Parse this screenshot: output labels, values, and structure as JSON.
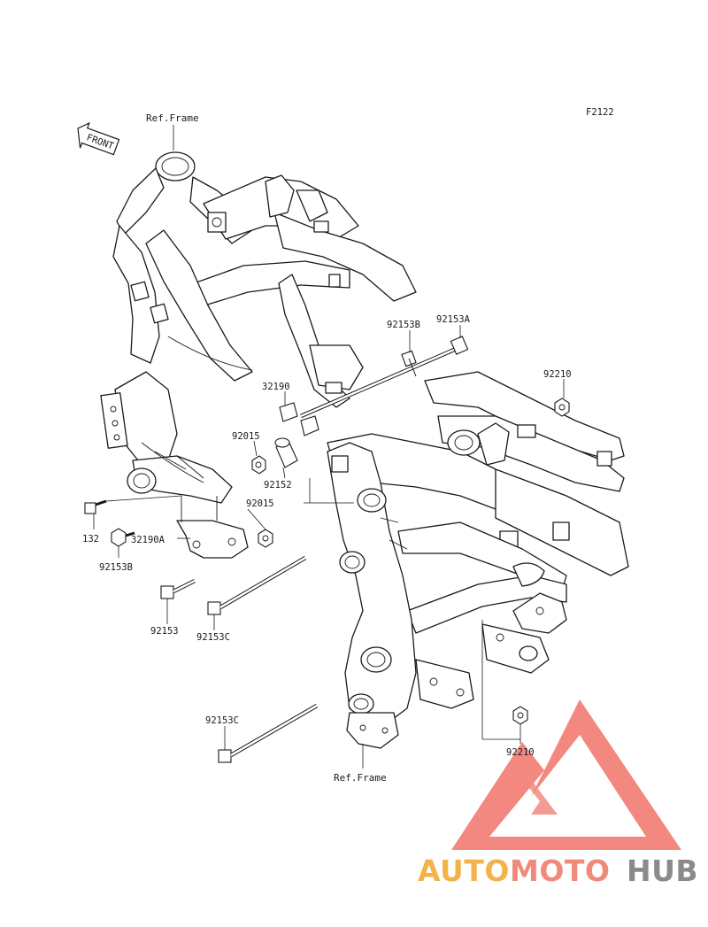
{
  "diagram": {
    "figure_code": "F2122",
    "front_arrow_label": "FRONT",
    "ref_frame_top": "Ref.Frame",
    "ref_frame_bottom": "Ref.Frame",
    "part_labels": {
      "p92153A": "92153A",
      "p92153B_top": "92153B",
      "p32190": "32190",
      "p92210_top": "92210",
      "p92015_a": "92015",
      "p92152": "92152",
      "p92015_b": "92015",
      "p132": "132",
      "p92153B_left": "92153B",
      "p32190A": "32190A",
      "p92153": "92153",
      "p92153C_mid": "92153C",
      "p92153C_low": "92153C",
      "p92210_bottom": "92210"
    }
  },
  "watermark": {
    "brand_part1": "AUTO",
    "brand_part2": "MOTO",
    "brand_part3": "HUB",
    "colors": {
      "auto": "#f3b34a",
      "moto": "#f08a7a",
      "hub": "#8a8a8a",
      "logo_red": "#f2827a"
    }
  }
}
